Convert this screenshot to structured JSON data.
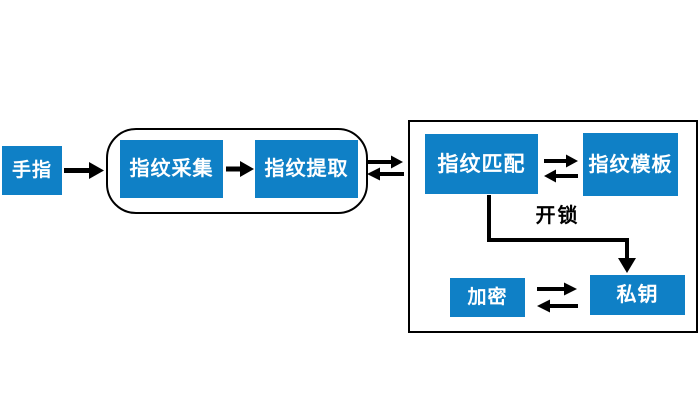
{
  "colors": {
    "background": "#ffffff",
    "node_fill": "#0F80C6",
    "node_text": "#ffffff",
    "line": "#000000"
  },
  "nodes": {
    "finger": {
      "label": "手指"
    },
    "collect": {
      "label": "指纹采集"
    },
    "extract": {
      "label": "指纹提取"
    },
    "match": {
      "label": "指纹匹配"
    },
    "template": {
      "label": "指纹模板"
    },
    "encrypt": {
      "label": "加密"
    },
    "private_key": {
      "label": "私钥"
    }
  },
  "labels": {
    "unlock": "开锁"
  }
}
